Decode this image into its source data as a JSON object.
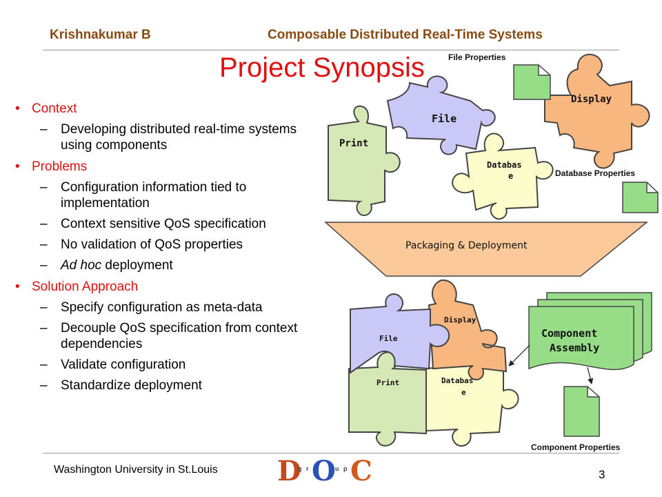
{
  "header": {
    "author": "Krishnakumar B",
    "course": "Composable Distributed Real-Time Systems"
  },
  "slide": {
    "title": "Project Synopsis",
    "bullets": [
      {
        "text": "Context",
        "sub": [
          "Developing distributed real-time systems using components"
        ]
      },
      {
        "text": "Problems",
        "sub": [
          "Configuration information tied to implementation",
          "Context sensitive QoS specification",
          "No validation of QoS properties",
          "Ad hoc deployment"
        ]
      },
      {
        "text": "Solution Approach",
        "sub": [
          "Specify configuration as meta-data",
          "Decouple QoS specification from context dependencies",
          "Validate configuration",
          "Standardize deployment"
        ]
      }
    ],
    "adhoc_italic": "Ad hoc",
    "adhoc_rest": " deployment"
  },
  "diagram": {
    "top_pieces": {
      "print": "Print",
      "file": "File",
      "database_l1": "Databas",
      "database_l2": "e",
      "display": "Display"
    },
    "file_properties": "File Properties",
    "database_properties": "Database Properties",
    "packaging": "Packaging & Deployment",
    "bottom_pieces": {
      "file": "File",
      "display": "Display",
      "print": "Print",
      "database_l1": "Databas",
      "database_l2": "e"
    },
    "assembly_l1": "Component",
    "assembly_l2": "Assembly",
    "component_properties": "Component Properties",
    "colors": {
      "print": "#d6e8b6",
      "file": "#c9c8f6",
      "database": "#fdfdcc",
      "display": "#f9b780",
      "doc": "#97dd88",
      "packaging": "#fcc99a"
    }
  },
  "footer": {
    "university": "Washington University in St.Louis",
    "logo_text": "DOC",
    "logo_small": [
      "g",
      "r",
      "u",
      "p"
    ],
    "page": "3"
  }
}
